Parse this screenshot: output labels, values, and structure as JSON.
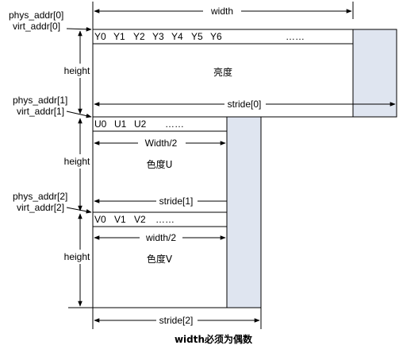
{
  "colors": {
    "stride_padding": "#dfe5f0",
    "line": "#000000",
    "background": "#ffffff"
  },
  "planes": {
    "y": {
      "phys_addr": "phys_addr[0]",
      "virt_addr": "virt_addr[0]",
      "height": "height",
      "width": "width",
      "stride": "stride[0]",
      "samples": [
        "Y0",
        "Y1",
        "Y2",
        "Y3",
        "Y4",
        "Y5",
        "Y6"
      ],
      "ellipsis": "……",
      "name": "亮度"
    },
    "u": {
      "phys_addr": "phys_addr[1]",
      "virt_addr": "virt_addr[1]",
      "height": "height",
      "width": "Width/2",
      "stride": "stride[1]",
      "samples": [
        "U0",
        "U1",
        "U2"
      ],
      "ellipsis": "……",
      "name": "色度U"
    },
    "v": {
      "phys_addr": "phys_addr[2]",
      "virt_addr": "virt_addr[2]",
      "height": "height",
      "width": "width/2",
      "stride": "stride[2]",
      "samples": [
        "V0",
        "V1",
        "V2"
      ],
      "ellipsis": "……",
      "name": "色度V"
    }
  },
  "caption": "width必须为偶数"
}
